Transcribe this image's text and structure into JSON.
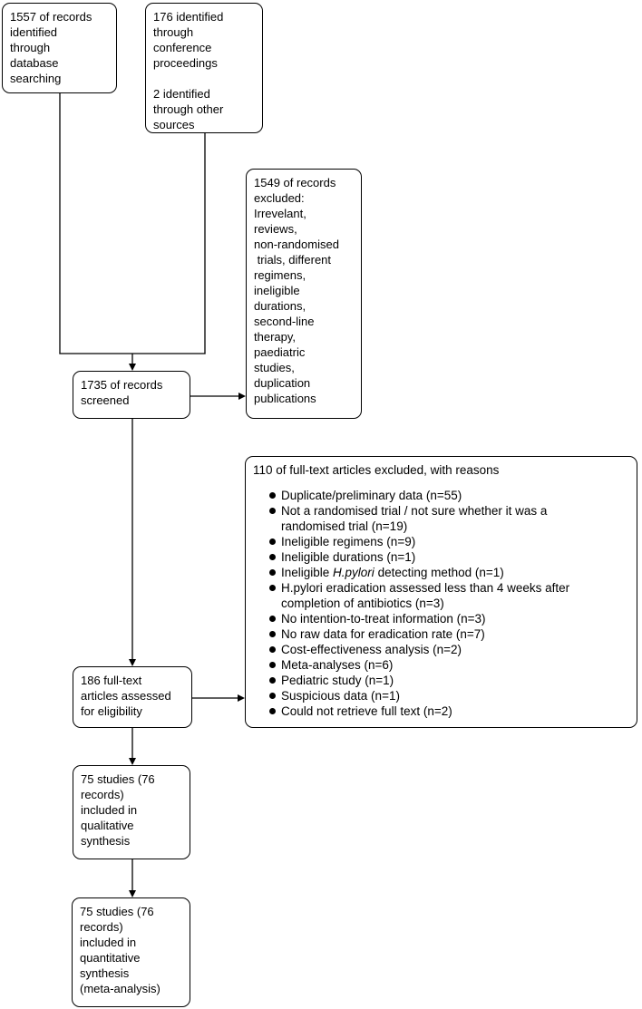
{
  "diagram": {
    "boxes": {
      "identified_database": {
        "text": "1557 of records\nidentified\nthrough\ndatabase\nsearching"
      },
      "identified_other": {
        "text": "176 identified\nthrough\nconference\nproceedings\n\n2 identified\nthrough other\nsources"
      },
      "records_excluded": {
        "text": "1549 of records\nexcluded:\nIrrevelant,\nreviews,\nnon-randomised\n trials, different\nregimens,\nineligible\ndurations,\nsecond-line\ntherapy,\npaediatric\nstudies,\nduplication\npublications"
      },
      "records_screened": {
        "text": "1735 of records\nscreened"
      },
      "fulltext_assessed": {
        "text": "186 full-text\narticles assessed\nfor eligibility"
      },
      "qualitative_synthesis": {
        "text": "75 studies (76\nrecords)\nincluded in\nqualitative\nsynthesis"
      },
      "quantitative_synthesis": {
        "text": "75 studies (76\nrecords)\nincluded in\nquantitative\nsynthesis\n(meta-analysis)"
      }
    },
    "fulltext_excluded": {
      "title": "110 of full-text articles excluded, with reasons",
      "reasons": [
        {
          "lines": [
            [
              {
                "text": "Duplicate/preliminary data (n=55)",
                "italic": false
              }
            ]
          ]
        },
        {
          "lines": [
            [
              {
                "text": "Not a randomised trial / not sure whether it was a",
                "italic": false
              }
            ],
            [
              {
                "text": "randomised trial (n=19)",
                "italic": false
              }
            ]
          ]
        },
        {
          "lines": [
            [
              {
                "text": "Ineligible regimens (n=9)",
                "italic": false
              }
            ]
          ]
        },
        {
          "lines": [
            [
              {
                "text": "Ineligible durations (n=1)",
                "italic": false
              }
            ]
          ]
        },
        {
          "lines": [
            [
              {
                "text": "Ineligible ",
                "italic": false
              },
              {
                "text": "H.pylori",
                "italic": true
              },
              {
                "text": " detecting method (n=1)",
                "italic": false
              }
            ]
          ]
        },
        {
          "lines": [
            [
              {
                "text": "H.pylori eradication assessed less than 4 weeks after",
                "italic": false
              }
            ],
            [
              {
                "text": "completion of antibiotics (n=3)",
                "italic": false
              }
            ]
          ]
        },
        {
          "lines": [
            [
              {
                "text": "No intention-to-treat information (n=3)",
                "italic": false
              }
            ]
          ]
        },
        {
          "lines": [
            [
              {
                "text": "No raw data for eradication rate (n=7)",
                "italic": false
              }
            ]
          ]
        },
        {
          "lines": [
            [
              {
                "text": "Cost-effectiveness analysis (n=2)",
                "italic": false
              }
            ]
          ]
        },
        {
          "lines": [
            [
              {
                "text": "Meta-analyses (n=6)",
                "italic": false
              }
            ]
          ]
        },
        {
          "lines": [
            [
              {
                "text": "Pediatric study (n=1)",
                "italic": false
              }
            ]
          ]
        },
        {
          "lines": [
            [
              {
                "text": "Suspicious data (n=1)",
                "italic": false
              }
            ]
          ]
        },
        {
          "lines": [
            [
              {
                "text": "Could not retrieve full text (n=2)",
                "italic": false
              }
            ]
          ]
        }
      ]
    },
    "colors": {
      "border": "#000000",
      "text": "#000000",
      "background": "#ffffff",
      "arrow": "#000000"
    }
  }
}
